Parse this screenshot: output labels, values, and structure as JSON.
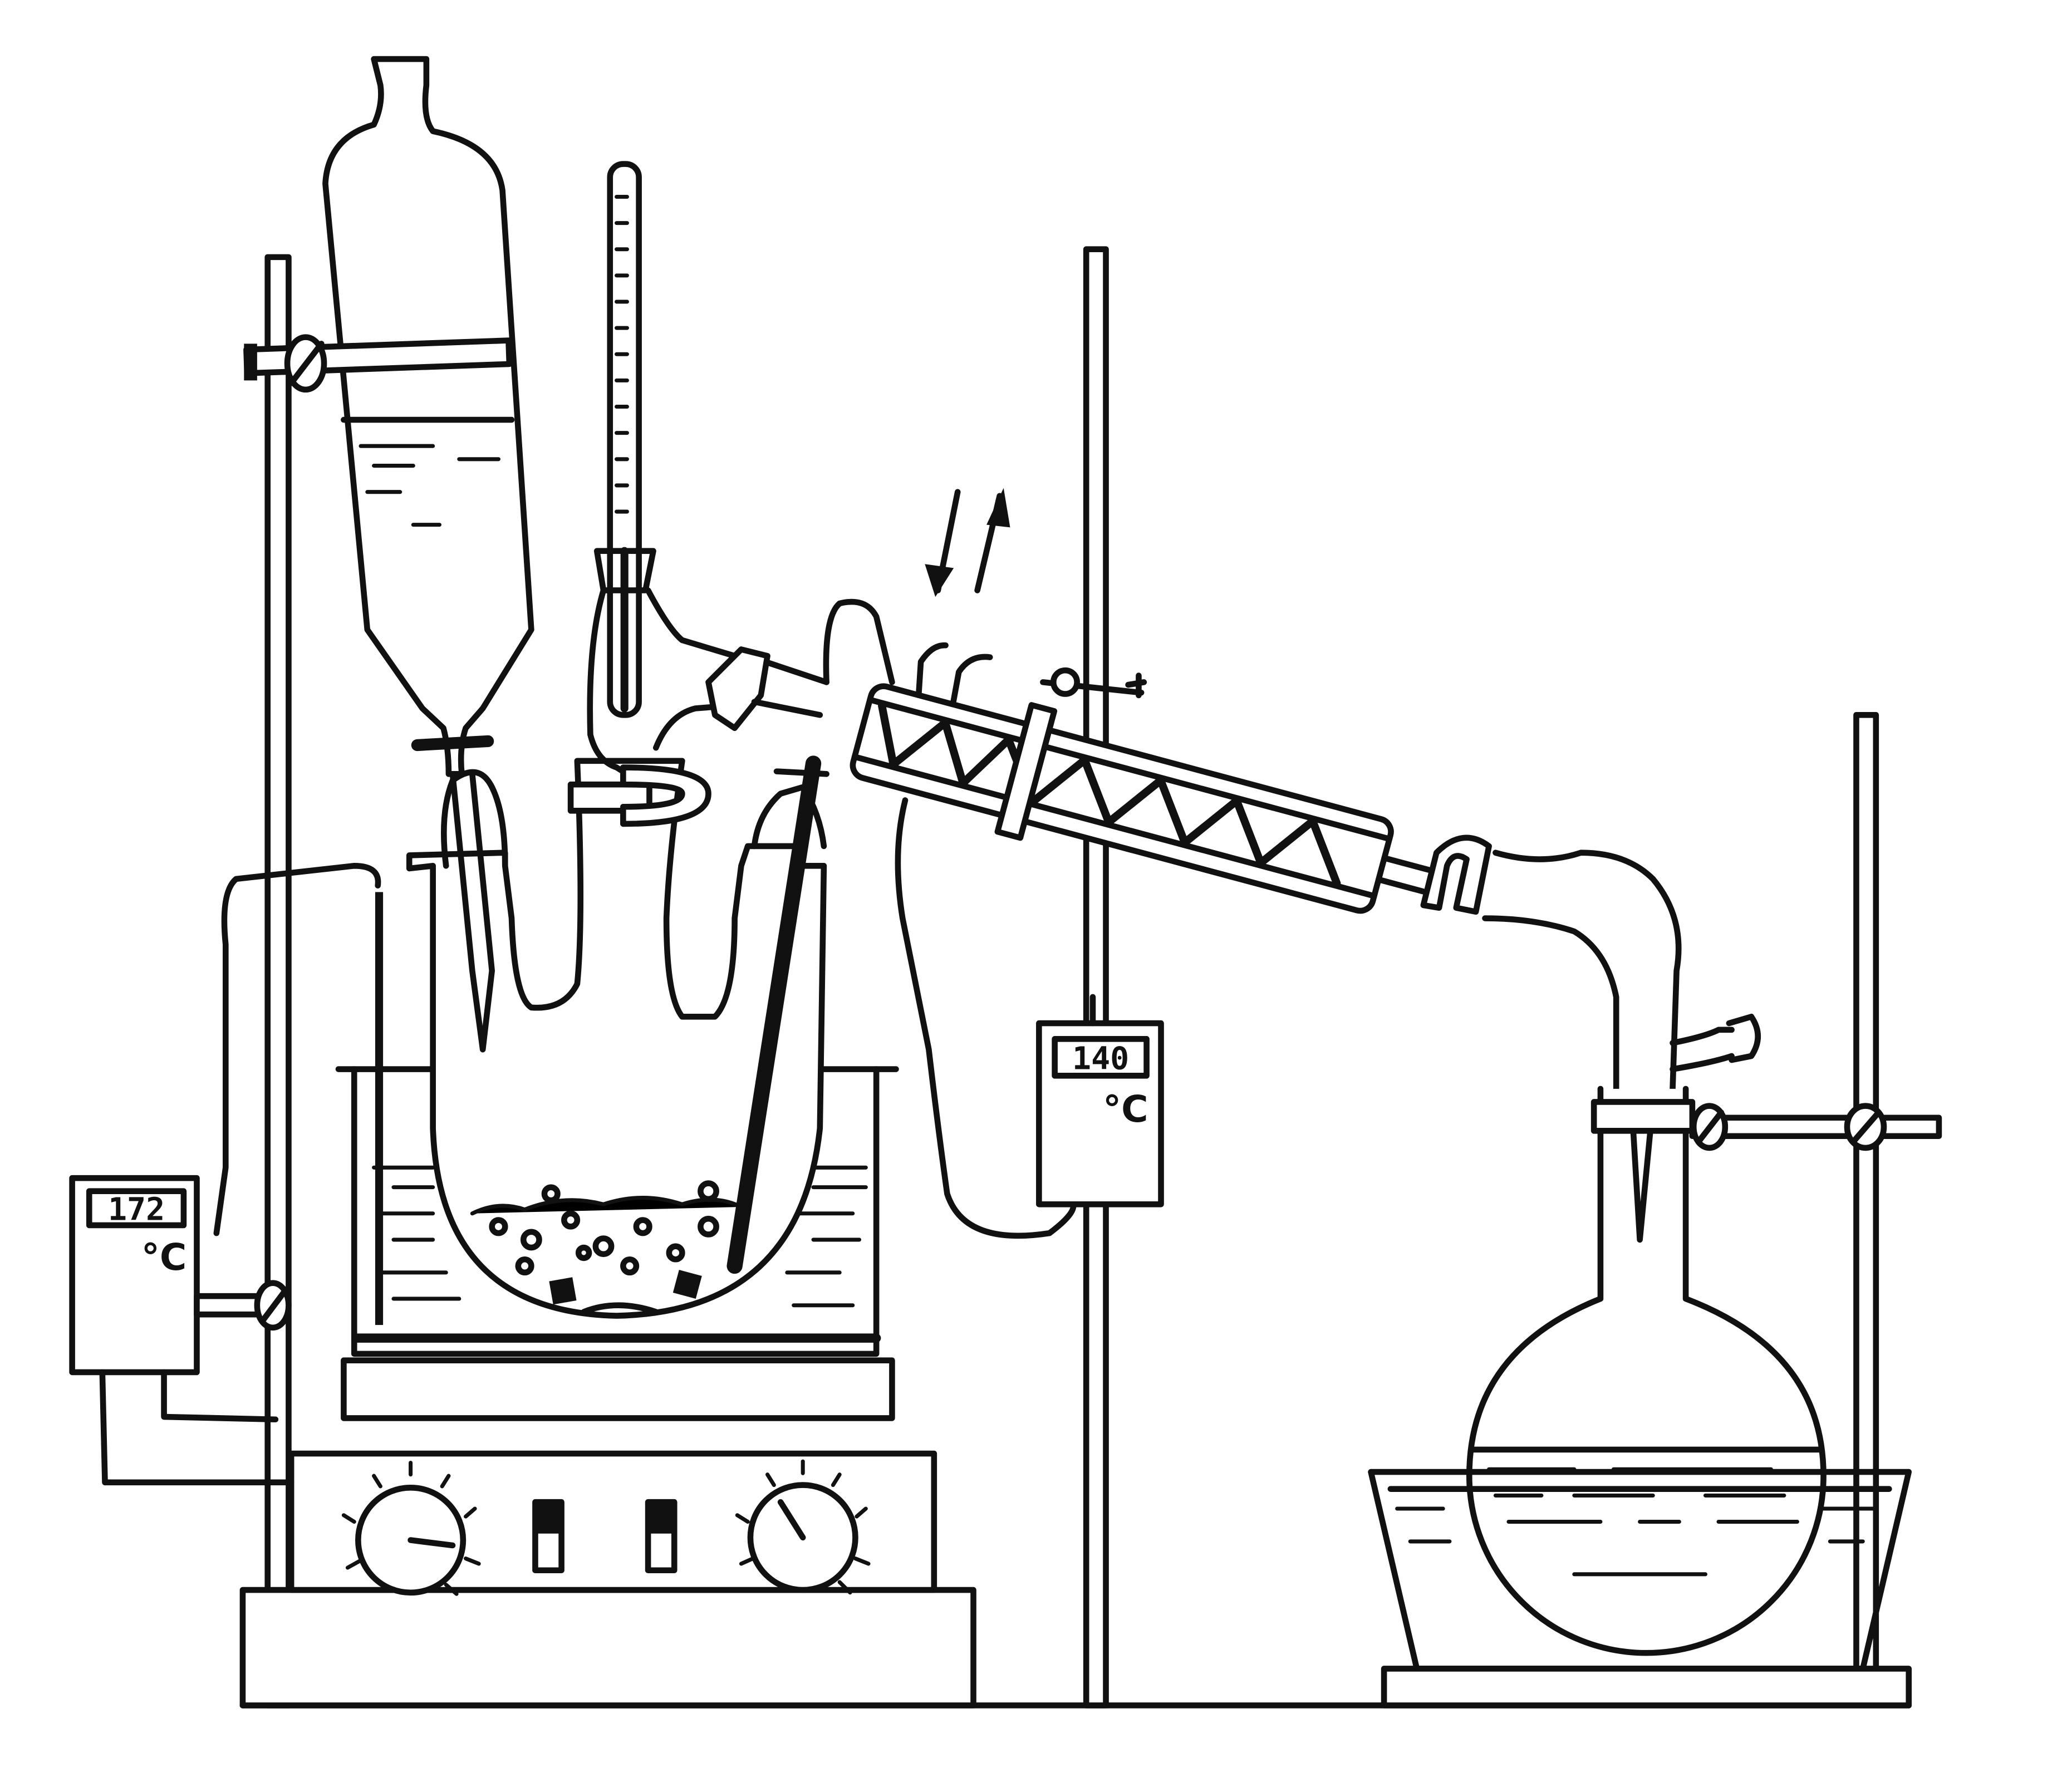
{
  "diagram": {
    "subject": "distillation-apparatus",
    "colors": {
      "ink": "#111111",
      "paper": "#ffffff"
    },
    "left_controller": {
      "reading": "172",
      "unit": "°C"
    },
    "middle_controller": {
      "reading": "140",
      "unit": "°C"
    }
  }
}
